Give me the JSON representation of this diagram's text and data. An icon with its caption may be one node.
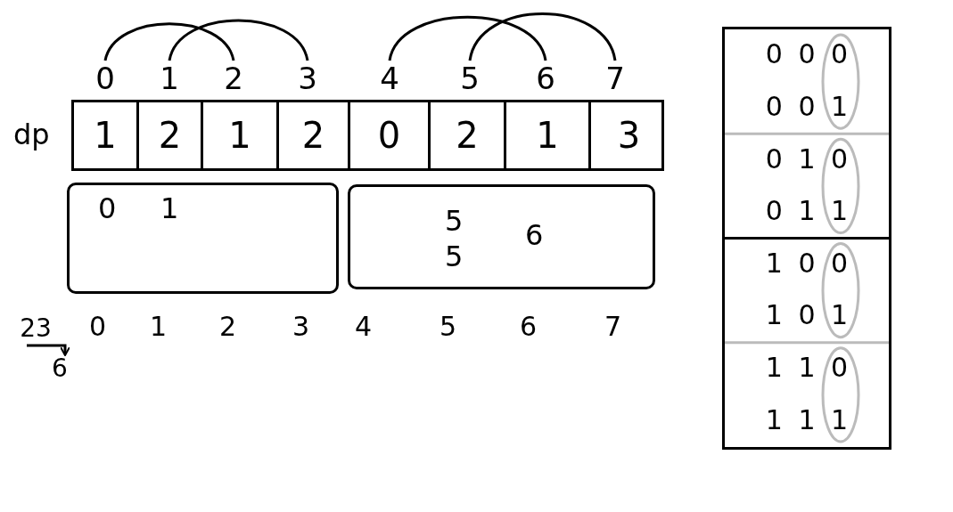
{
  "diagram": {
    "nodes": [
      {
        "text": [
          "0"
        ]
      },
      {
        "text": [
          "1"
        ]
      },
      {
        "text": [
          "2"
        ]
      },
      {
        "text": [
          "3"
        ]
      },
      {
        "text": [
          "4"
        ]
      },
      {
        "text": [
          "5"
        ]
      },
      {
        "text": [
          "6"
        ]
      },
      {
        "text": [
          "7"
        ]
      },
      {
        "text": [
          "dp"
        ]
      },
      {
        "text": [
          "1"
        ],
        "in": 8
      },
      {
        "text": [
          "2"
        ],
        "in": 8
      },
      {
        "text": [
          "1"
        ],
        "in": 8
      },
      {
        "text": [
          "2"
        ],
        "in": 8
      },
      {
        "text": [
          "0"
        ],
        "in": 8
      },
      {
        "text": [
          "2"
        ],
        "in": 8
      },
      {
        "text": [
          "1"
        ],
        "in": 8
      },
      {
        "text": [
          "3"
        ],
        "in": 8
      },
      {
        "text": [
          "0",
          "1"
        ]
      },
      {
        "text": [
          "5",
          "5",
          "6"
        ]
      },
      {
        "text": [
          "23"
        ]
      },
      {
        "text": [
          "6"
        ]
      },
      {
        "text": [
          "0 0 0",
          "0 0 1",
          "0 1 0",
          "0 1 1",
          "1 0 0",
          "1 0 1",
          "1 1 0",
          "1 1 1"
        ]
      }
    ],
    "edges": [
      {
        "from": 0,
        "to": 2,
        "arrow": "none"
      },
      {
        "from": 1,
        "to": 3,
        "arrow": "none"
      },
      {
        "from": 4,
        "to": 6,
        "arrow": "none"
      },
      {
        "from": 5,
        "to": 7,
        "arrow": "none"
      },
      {
        "from": 19,
        "to": 20,
        "arrow": "to"
      }
    ],
    "labels": [
      "0",
      "1",
      "2",
      "3",
      "4",
      "5",
      "6",
      "7"
    ]
  }
}
